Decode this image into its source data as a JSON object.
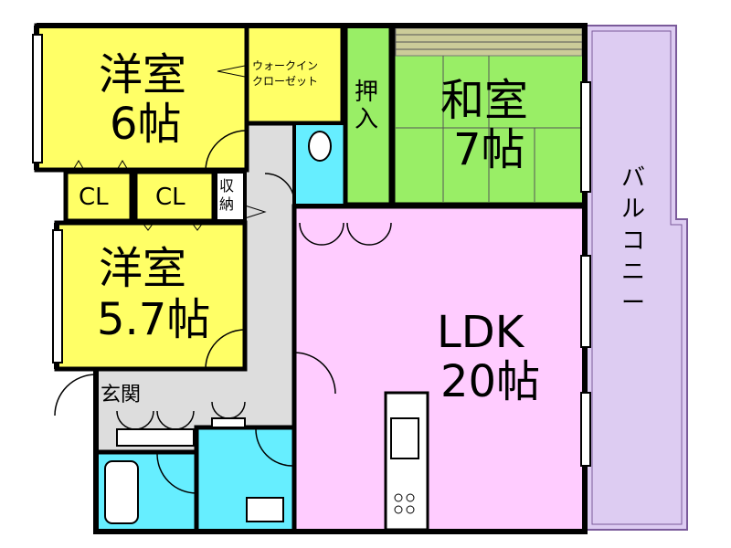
{
  "rooms": {
    "western_6": {
      "name": "洋室",
      "size": "6帖"
    },
    "walk_in_closet": {
      "line1": "ウォークイン",
      "line2": "クローゼット"
    },
    "oshiire": {
      "line1": "押",
      "line2": "入"
    },
    "washitsu": {
      "name": "和室",
      "size": "7帖"
    },
    "balcony": {
      "name": "バルコニー"
    },
    "cl_left": {
      "name": "CL"
    },
    "cl_right": {
      "name": "CL"
    },
    "storage": {
      "line1": "収",
      "line2": "納"
    },
    "western_57": {
      "name": "洋室",
      "size": "5.7帖"
    },
    "ldk": {
      "name": "LDK",
      "size": "20帖"
    },
    "entrance": {
      "name": "玄関"
    }
  },
  "colors": {
    "western": "#ffff66",
    "washitsu": "#99ee66",
    "ldk": "#ffccff",
    "balcony": "#ddccf2",
    "wet_area": "#66eeff",
    "hall": "#dddddd",
    "wall": "#000000"
  }
}
